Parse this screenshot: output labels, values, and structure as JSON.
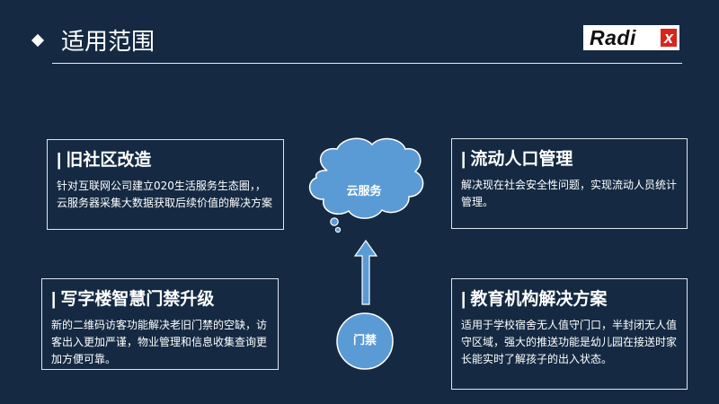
{
  "header": {
    "title": "适用范围",
    "logo": {
      "text": "Radi",
      "accent_letter": "x",
      "accent_color": "#d9251d"
    }
  },
  "diagram": {
    "cloud_label": "云服务",
    "access_label": "门禁",
    "cloud_color": "#5b9bd5",
    "arrow_color": "#5b9bd5"
  },
  "cards": [
    {
      "title": "旧社区改造",
      "description": "针对互联网公司建立020生活服务生态圈，，云服务器采集大数据获取后续价值的解决方案"
    },
    {
      "title": "流动人口管理",
      "description": "解决现在社会安全性问题，实现流动人员统计管理。"
    },
    {
      "title": "写字楼智慧门禁升级",
      "description": "新的二维码访客功能解决老旧门禁的空缺，访客出入更加严谨，物业管理和信息收集查询更加方便可靠。"
    },
    {
      "title": "教育机构解决方案",
      "description": "适用于学校宿舍无人值守门口，半封闭无人值守区域，强大的推送功能是幼儿园在接送时家长能实时了解孩子的出入状态。"
    }
  ],
  "colors": {
    "background": "#152a42",
    "border": "#dfe6ee",
    "text": "#ffffff"
  }
}
